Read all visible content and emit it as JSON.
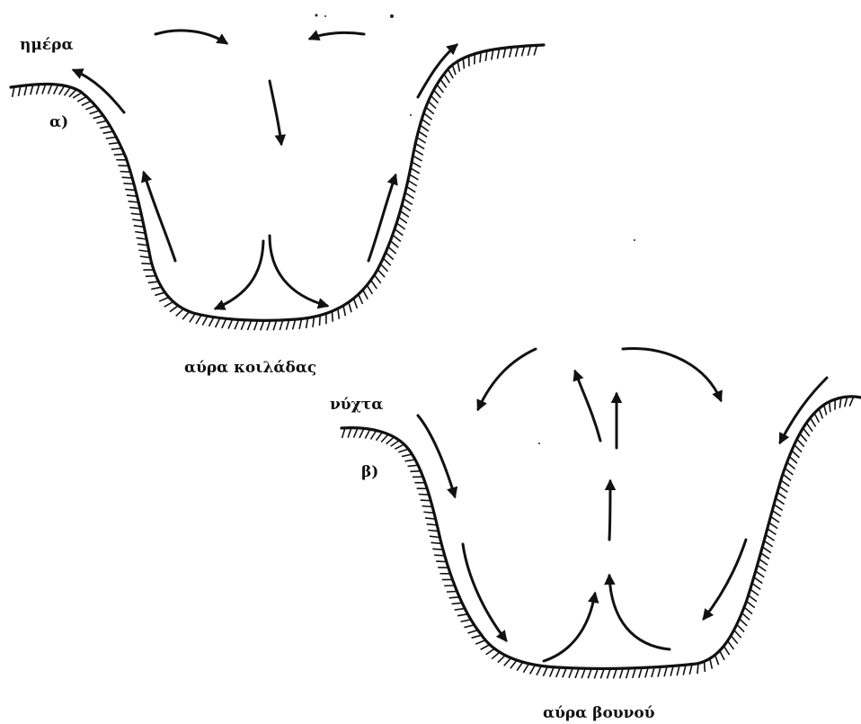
{
  "panel_a": {
    "time_label": "ημέρα",
    "panel_label": "α)",
    "caption": "αύρα κοιλάδας"
  },
  "panel_b": {
    "time_label": "νύχτα",
    "panel_label": "β)",
    "caption": "αύρα βουνού"
  },
  "colors": {
    "ink": "#111111",
    "paper": "#ffffff"
  }
}
